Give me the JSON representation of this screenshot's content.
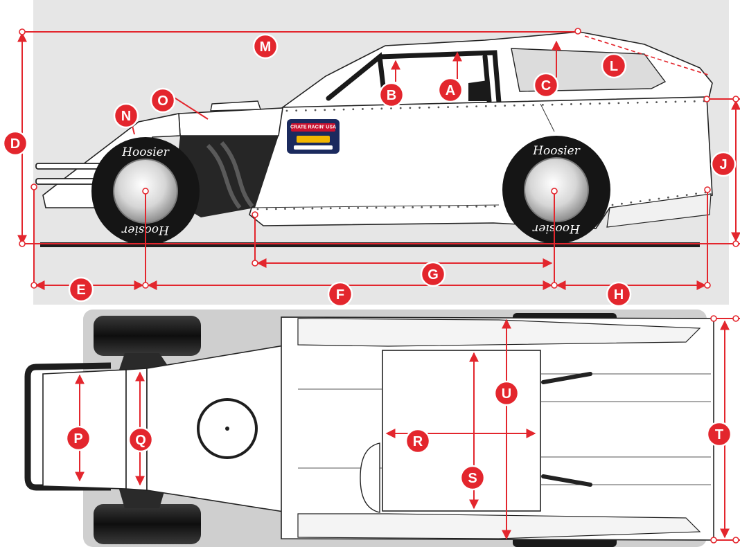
{
  "colors": {
    "accent": "#e3262d",
    "background": "#e6e6e6",
    "panel": "#cfcfcf",
    "tire": "#151515"
  },
  "tire_brand": "Hoosier",
  "logo": {
    "text": "CRATE RACIN' USA",
    "icon": "crate-racin-logo"
  },
  "labels": [
    "A",
    "B",
    "C",
    "D",
    "E",
    "F",
    "G",
    "H",
    "J",
    "L",
    "M",
    "N",
    "O",
    "P",
    "Q",
    "R",
    "S",
    "T",
    "U"
  ]
}
